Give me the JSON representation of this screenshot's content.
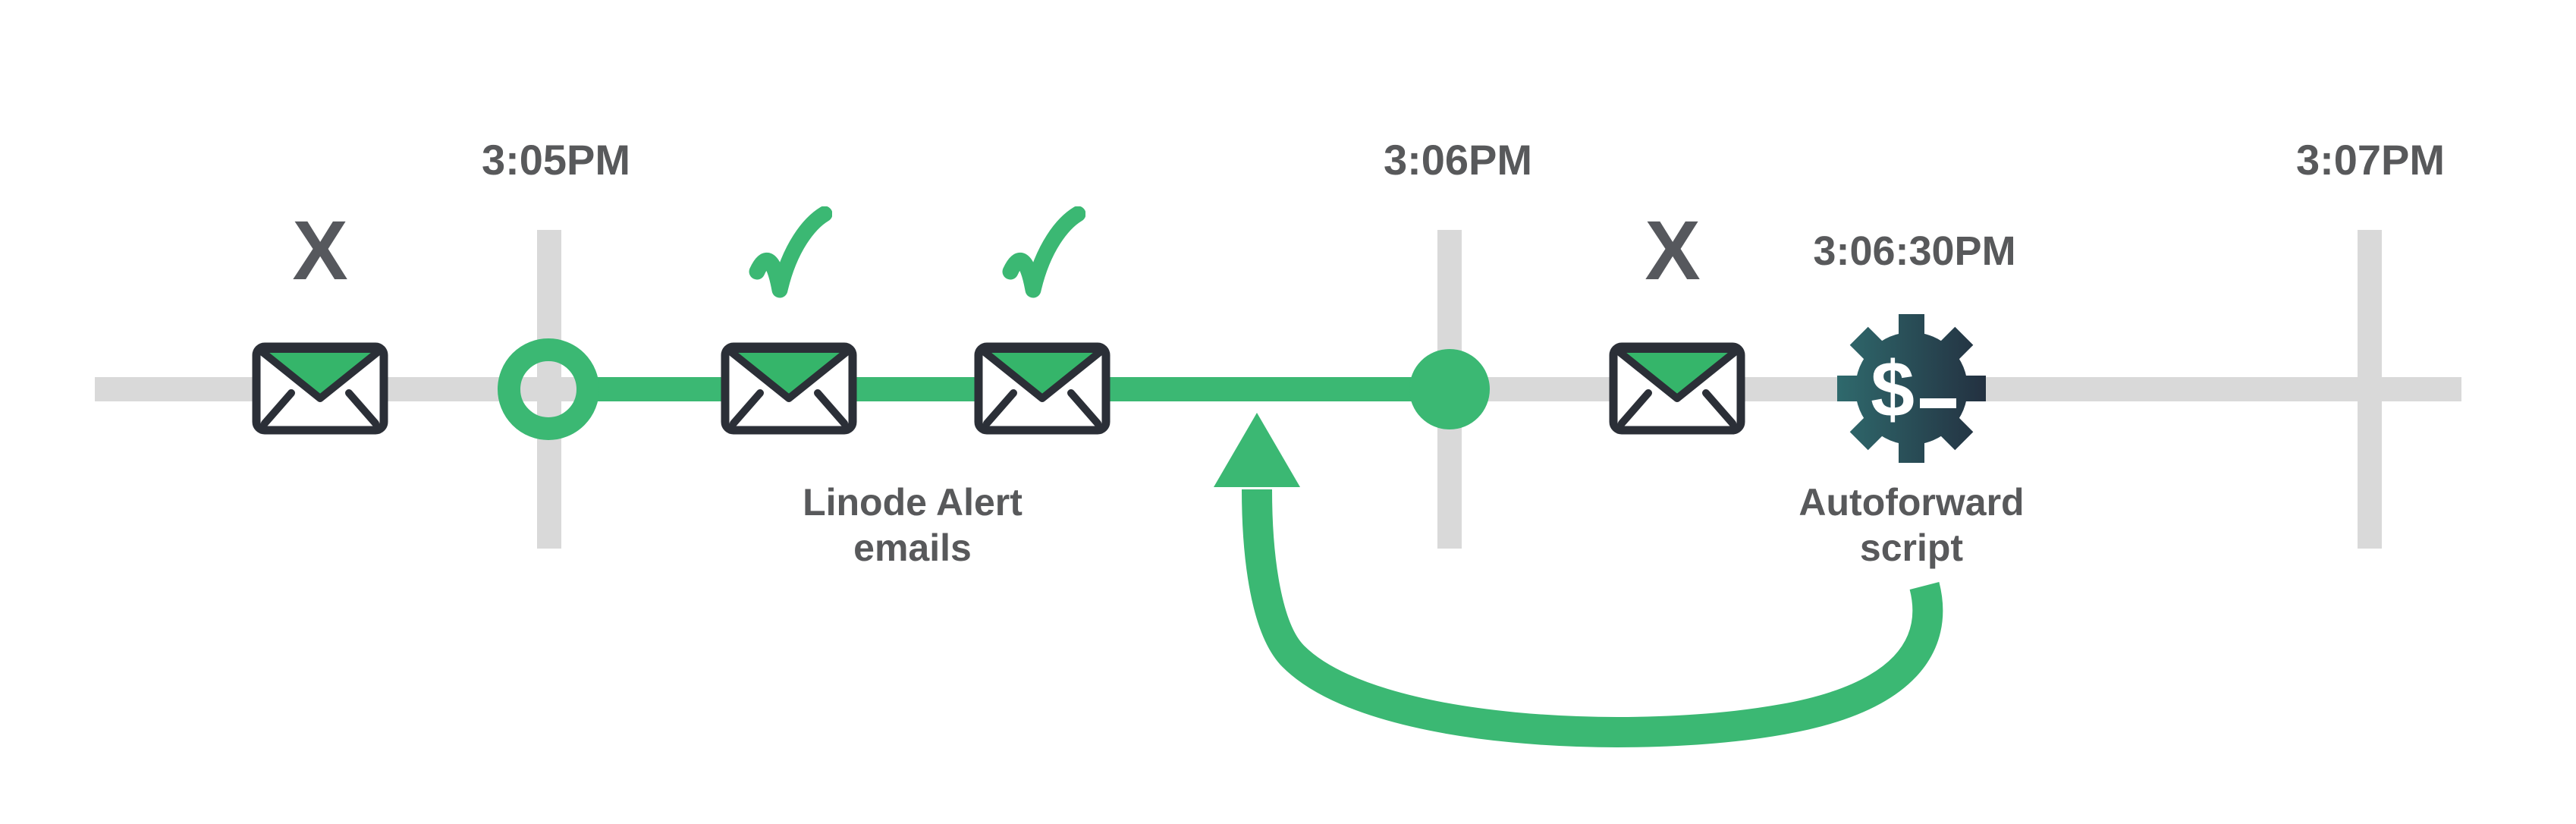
{
  "diagram": {
    "description": "Timeline of Linode Alert emails being autoforwarded",
    "timeline": {
      "ticks": [
        {
          "label": "3:05PM"
        },
        {
          "label": "3:06PM"
        },
        {
          "label": "3:07PM"
        }
      ],
      "event_time_label": "3:06:30PM",
      "x_mark": "X"
    },
    "captions": {
      "linode_line1": "Linode Alert",
      "linode_line2": "emails",
      "autoforward_line1": "Autoforward",
      "autoforward_line2": "script"
    },
    "icons": {
      "envelope": "envelope-icon",
      "check": "check-icon",
      "x": "x-mark",
      "gear": "gear-script-icon",
      "arrow": "curved-arrow-icon",
      "ring": "open-circle-marker",
      "dot": "filled-circle-marker"
    },
    "colors": {
      "green": "#3bb873",
      "flap_green": "#35b56a",
      "gray": "#d9d9d9",
      "text": "#58595b",
      "outline": "#2b2f37",
      "gear_teal": "#2f6a6d",
      "gear_navy": "#233040",
      "white": "#ffffff"
    }
  }
}
